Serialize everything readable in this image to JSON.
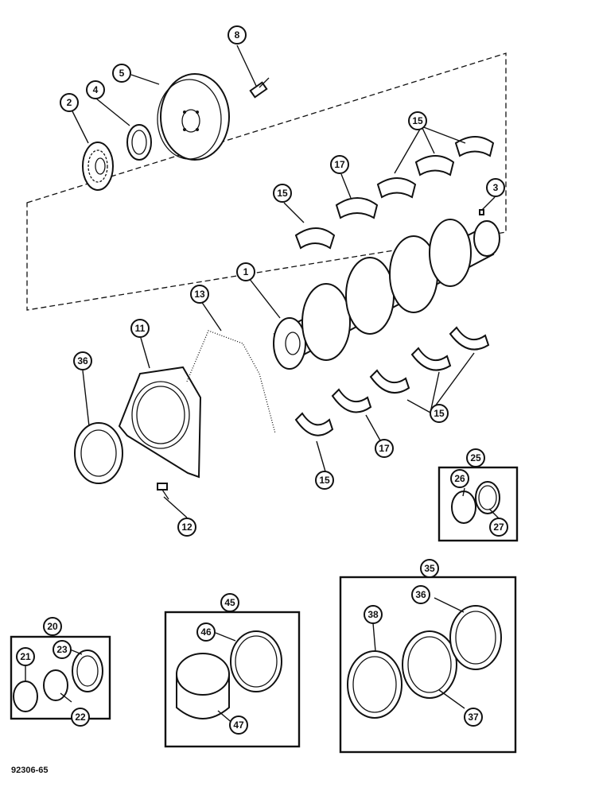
{
  "drawing_number": "92306-65",
  "callouts": {
    "c1": "1",
    "c2": "2",
    "c3": "3",
    "c4": "4",
    "c5": "5",
    "c8": "8",
    "c11": "11",
    "c12": "12",
    "c13": "13",
    "c15a": "15",
    "c15b": "15",
    "c15c": "15",
    "c15d": "15",
    "c17a": "17",
    "c17b": "17",
    "c20": "20",
    "c21": "21",
    "c22": "22",
    "c23": "23",
    "c25": "25",
    "c26": "26",
    "c27": "27",
    "c35": "35",
    "c36a": "36",
    "c36b": "36",
    "c37": "37",
    "c38": "38",
    "c45": "45",
    "c46": "46",
    "c47": "47"
  },
  "colors": {
    "ink": "#111111",
    "paper": "#ffffff"
  }
}
